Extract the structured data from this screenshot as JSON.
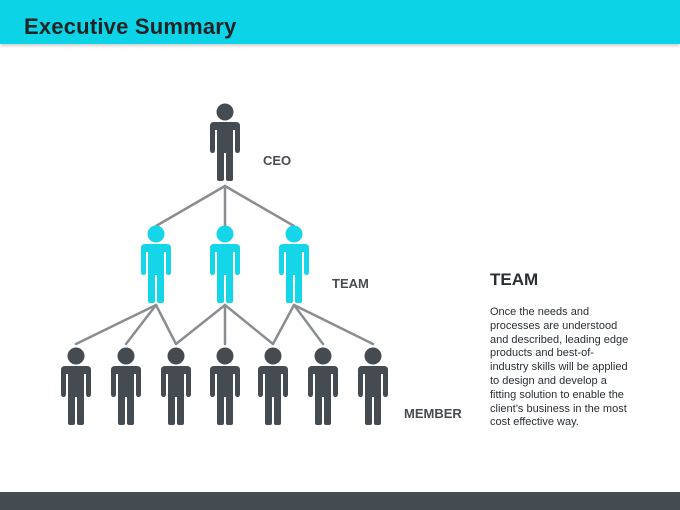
{
  "header": {
    "title": "Executive Summary"
  },
  "levels": {
    "ceo": "CEO",
    "team": "TEAM",
    "member": "MEMBER"
  },
  "description": {
    "title": "TEAM",
    "lines": [
      "Once the needs and",
      "processes are understood",
      "and described, leading edge",
      "products and best-of-",
      "industry skills will be applied",
      "to design and develop a",
      "fitting solution to enable the",
      "client’s business in the most",
      "cost effective way."
    ]
  },
  "colors": {
    "accent": "#0cd3e6",
    "person_dark": "#454c51",
    "person_team": "#14d6e8",
    "connector": "#8a8e91",
    "footer": "#454c51"
  },
  "icons": {
    "person": "person-icon"
  }
}
